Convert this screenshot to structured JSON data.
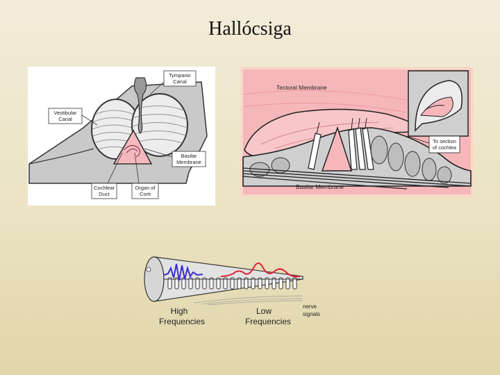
{
  "slide": {
    "title": "Hallócsiga"
  },
  "cross_section": {
    "labels": {
      "tympanic_canal_1": "Tympanic",
      "tympanic_canal_2": "Canal",
      "vestibular_canal_1": "Vestibular",
      "vestibular_canal_2": "Canal",
      "basilar_membrane_1": "Basilar",
      "basilar_membrane_2": "Membrane",
      "cochlear_duct_1": "Cochlear",
      "cochlear_duct_2": "Duct",
      "organ_of_corti_1": "Organ of",
      "organ_of_corti_2": "Corti"
    }
  },
  "organ_detail": {
    "labels": {
      "tectoral_membrane": "Tectoral Membrane",
      "basilar_membrane": "Basilar Membrane",
      "to_section_1": "To section",
      "to_section_2": "of cochlea"
    },
    "colors": {
      "fluid": "#f6b7bb",
      "tissue": "#cfcfcf",
      "outline": "#222222"
    }
  },
  "frequency_diagram": {
    "labels": {
      "high_1": "High",
      "high_2": "Frequencies",
      "low_1": "Low",
      "low_2": "Frequencies",
      "nerve_1": "nerve",
      "nerve_2": "signals"
    },
    "colors": {
      "high_wave": "#3a2bd6",
      "low_wave": "#e0213a"
    }
  }
}
